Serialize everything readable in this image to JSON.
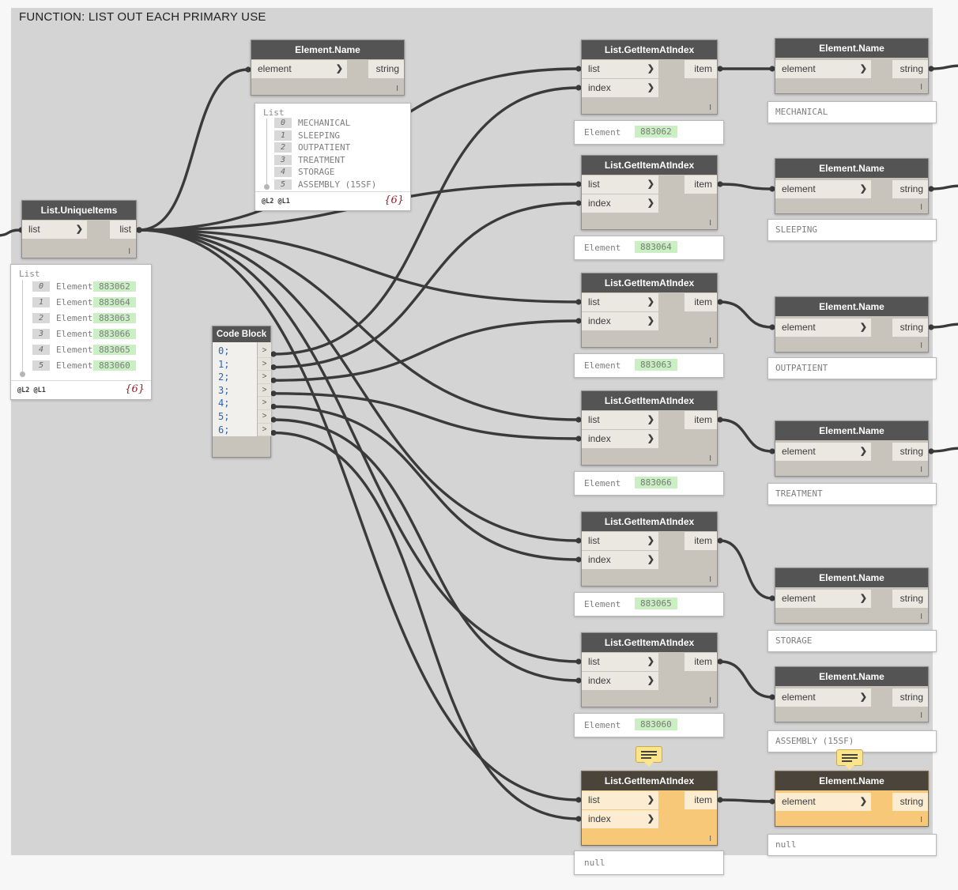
{
  "group": {
    "title": "FUNCTION: LIST OUT EACH PRIMARY USE"
  },
  "colors": {
    "canvas": "#f7f7f7",
    "group": "#d4d4d4",
    "wire": "#3a3a3a",
    "node_header": "#545454",
    "node_body": "#c8c3bb",
    "port": "#ebe8e2",
    "warning_body": "#f6c878",
    "warning_port": "#fcecd2",
    "warning_header": "#4a443a",
    "green_badge": "#c9efc2",
    "count_red": "#8b1f24",
    "code_blue": "#2b64b8",
    "warning_icon": "#fbe58c"
  },
  "nodes": {
    "unique": {
      "title": "List.UniqueItems",
      "input": "list",
      "output": "list",
      "lacing": "I"
    },
    "nameTop": {
      "title": "Element.Name",
      "input": "element",
      "output": "string",
      "lacing": "I"
    },
    "code": {
      "title": "Code Block",
      "lines": [
        "0;",
        "1;",
        "2;",
        "3;",
        "4;",
        "5;",
        "6;"
      ],
      "port_glyph": ">"
    },
    "getitem": [
      {
        "title": "List.GetItemAtIndex",
        "inputs": [
          "list",
          "index"
        ],
        "output": "item",
        "lacing": "I",
        "preview": {
          "label": "Element",
          "badge": "883062"
        }
      },
      {
        "title": "List.GetItemAtIndex",
        "inputs": [
          "list",
          "index"
        ],
        "output": "item",
        "lacing": "I",
        "preview": {
          "label": "Element",
          "badge": "883064"
        }
      },
      {
        "title": "List.GetItemAtIndex",
        "inputs": [
          "list",
          "index"
        ],
        "output": "item",
        "lacing": "I",
        "preview": {
          "label": "Element",
          "badge": "883063"
        }
      },
      {
        "title": "List.GetItemAtIndex",
        "inputs": [
          "list",
          "index"
        ],
        "output": "item",
        "lacing": "I",
        "preview": {
          "label": "Element",
          "badge": "883066"
        }
      },
      {
        "title": "List.GetItemAtIndex",
        "inputs": [
          "list",
          "index"
        ],
        "output": "item",
        "lacing": "I",
        "preview": {
          "label": "Element",
          "badge": "883065"
        }
      },
      {
        "title": "List.GetItemAtIndex",
        "inputs": [
          "list",
          "index"
        ],
        "output": "item",
        "lacing": "I",
        "preview": {
          "label": "Element",
          "badge": "883060"
        }
      },
      {
        "title": "List.GetItemAtIndex",
        "inputs": [
          "list",
          "index"
        ],
        "output": "item",
        "lacing": "I",
        "preview": {
          "label": "null",
          "badge": ""
        },
        "warning": true
      }
    ],
    "elementName": [
      {
        "title": "Element.Name",
        "input": "element",
        "output": "string",
        "lacing": "I",
        "preview": "MECHANICAL"
      },
      {
        "title": "Element.Name",
        "input": "element",
        "output": "string",
        "lacing": "I",
        "preview": "SLEEPING"
      },
      {
        "title": "Element.Name",
        "input": "element",
        "output": "string",
        "lacing": "I",
        "preview": "OUTPATIENT"
      },
      {
        "title": "Element.Name",
        "input": "element",
        "output": "string",
        "lacing": "I",
        "preview": "TREATMENT"
      },
      {
        "title": "Element.Name",
        "input": "element",
        "output": "string",
        "lacing": "I",
        "preview": "STORAGE"
      },
      {
        "title": "Element.Name",
        "input": "element",
        "output": "string",
        "lacing": "I",
        "preview": "ASSEMBLY (15SF)"
      },
      {
        "title": "Element.Name",
        "input": "element",
        "output": "string",
        "lacing": "I",
        "preview": "null",
        "warning": true
      }
    ]
  },
  "previews": {
    "uniqueList": {
      "header": "List",
      "levels": "@L2 @L1",
      "count": "{6}",
      "rows": [
        {
          "index": "0",
          "label": "Element",
          "badge": "883062"
        },
        {
          "index": "1",
          "label": "Element",
          "badge": "883064"
        },
        {
          "index": "2",
          "label": "Element",
          "badge": "883063"
        },
        {
          "index": "3",
          "label": "Element",
          "badge": "883066"
        },
        {
          "index": "4",
          "label": "Element",
          "badge": "883065"
        },
        {
          "index": "5",
          "label": "Element",
          "badge": "883060"
        }
      ]
    },
    "namesList": {
      "header": "List",
      "levels": "@L2 @L1",
      "count": "{6}",
      "rows": [
        {
          "index": "0",
          "value": "MECHANICAL"
        },
        {
          "index": "1",
          "value": "SLEEPING"
        },
        {
          "index": "2",
          "value": "OUTPATIENT"
        },
        {
          "index": "3",
          "value": "TREATMENT"
        },
        {
          "index": "4",
          "value": "STORAGE"
        },
        {
          "index": "5",
          "value": "ASSEMBLY (15SF)"
        }
      ]
    }
  },
  "warnings": [
    {
      "icon": "warning-tooltip-icon",
      "above": "node-list-getitematindex-7"
    },
    {
      "icon": "warning-tooltip-icon",
      "above": "node-element-name-7"
    }
  ],
  "edges": [
    {
      "from": "canvasL",
      "to": "unique:in"
    },
    {
      "from": "unique:out",
      "to": "nameTop:in"
    },
    {
      "from": "unique:out",
      "to": "gi0:list"
    },
    {
      "from": "unique:out",
      "to": "gi1:list"
    },
    {
      "from": "unique:out",
      "to": "gi2:list"
    },
    {
      "from": "unique:out",
      "to": "gi3:list"
    },
    {
      "from": "unique:out",
      "to": "gi4:list"
    },
    {
      "from": "unique:out",
      "to": "gi5:list"
    },
    {
      "from": "unique:out",
      "to": "gi6:list"
    },
    {
      "from": "code:0",
      "to": "gi0:index"
    },
    {
      "from": "code:1",
      "to": "gi1:index"
    },
    {
      "from": "code:2",
      "to": "gi2:index"
    },
    {
      "from": "code:3",
      "to": "gi3:index"
    },
    {
      "from": "code:4",
      "to": "gi4:index"
    },
    {
      "from": "code:5",
      "to": "gi5:index"
    },
    {
      "from": "code:6",
      "to": "gi6:index"
    },
    {
      "from": "gi0:out",
      "to": "en0:in"
    },
    {
      "from": "gi1:out",
      "to": "en1:in"
    },
    {
      "from": "gi2:out",
      "to": "en2:in"
    },
    {
      "from": "gi3:out",
      "to": "en3:in"
    },
    {
      "from": "gi4:out",
      "to": "en4:in"
    },
    {
      "from": "gi5:out",
      "to": "en5:in"
    },
    {
      "from": "gi6:out",
      "to": "en6:in"
    },
    {
      "from": "en0:out",
      "to": "canvasR"
    },
    {
      "from": "en1:out",
      "to": "canvasR"
    },
    {
      "from": "en2:out",
      "to": "canvasR"
    },
    {
      "from": "en3:out",
      "to": "canvasR"
    }
  ]
}
